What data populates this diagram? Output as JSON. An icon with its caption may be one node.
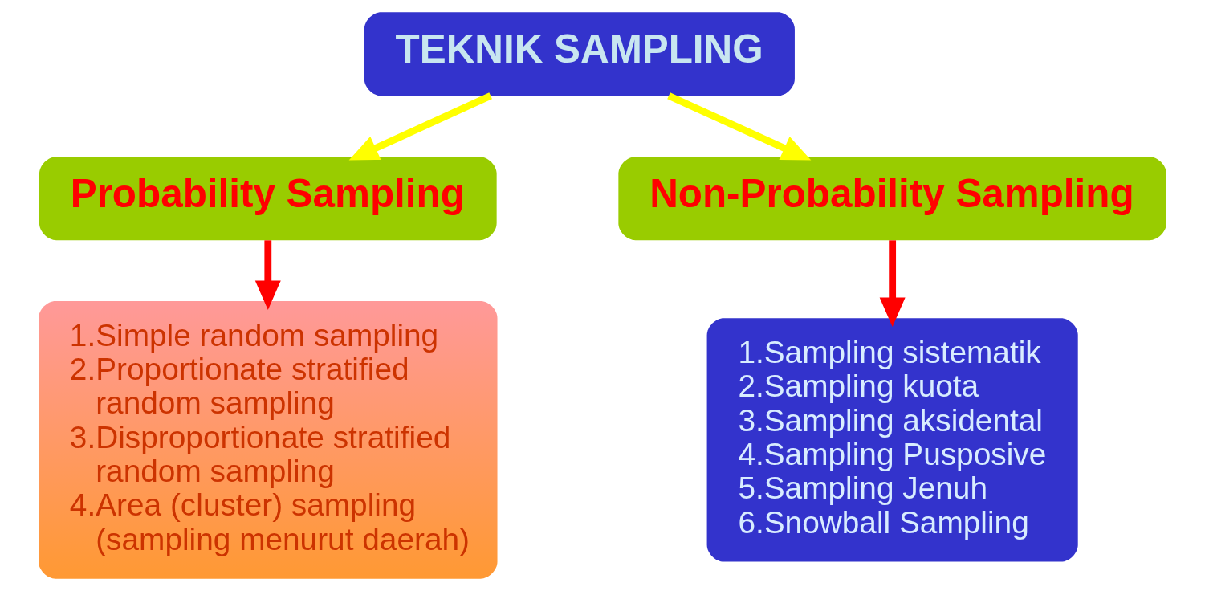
{
  "diagram": {
    "nodes": [
      {
        "text": [
          "TEKNIK SAMPLING"
        ]
      },
      {
        "text": [
          "Probability Sampling"
        ]
      },
      {
        "text": [
          "Non-Probability Sampling"
        ]
      },
      {
        "text": [
          "1.Simple random sampling",
          "2.Proportionate stratified random sampling",
          "3.Disproportionate stratified random sampling",
          "4.Area (cluster) sampling (sampling menurut daerah)"
        ]
      },
      {
        "text": [
          "1.Sampling sistematik",
          "2.Sampling kuota",
          "3.Sampling aksidental",
          "4.Sampling Pusposive",
          "5.Sampling Jenuh",
          "6.Snowball Sampling"
        ]
      }
    ],
    "edges": [
      {
        "from": 0,
        "to": 1,
        "arrow": "to",
        "color": "#ffff00"
      },
      {
        "from": 0,
        "to": 2,
        "arrow": "to",
        "color": "#ffff00"
      },
      {
        "from": 1,
        "to": 3,
        "arrow": "to",
        "color": "#ff0000"
      },
      {
        "from": 2,
        "to": 4,
        "arrow": "to",
        "color": "#ff0000"
      }
    ]
  }
}
